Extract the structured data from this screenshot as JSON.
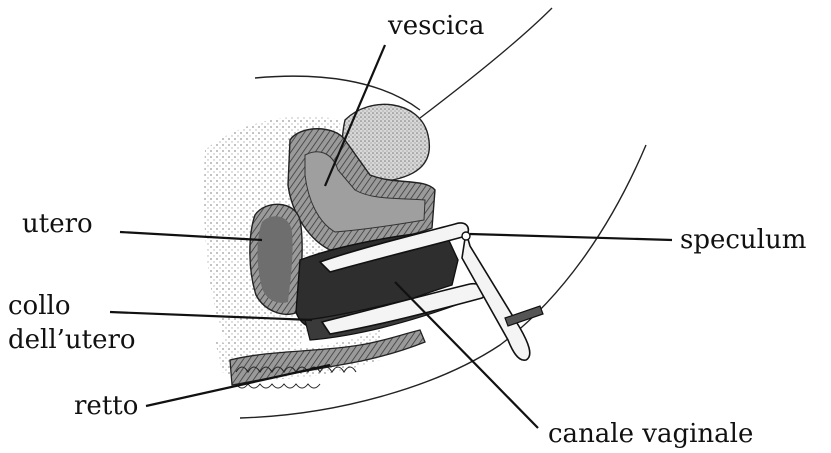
{
  "labels": {
    "vescica": "vescica",
    "utero": "utero",
    "collo": "collo",
    "dell_utero": "dell’utero",
    "speculum": "speculum",
    "retto": "retto",
    "canale_vaginale": "canale vaginale"
  },
  "colors": {
    "ink": "#111111",
    "dark_fill": "#2e2e2e",
    "mid_fill": "#8a8a8a",
    "light_fill": "#cfcfcf",
    "stipple": "#b5b5b5"
  }
}
